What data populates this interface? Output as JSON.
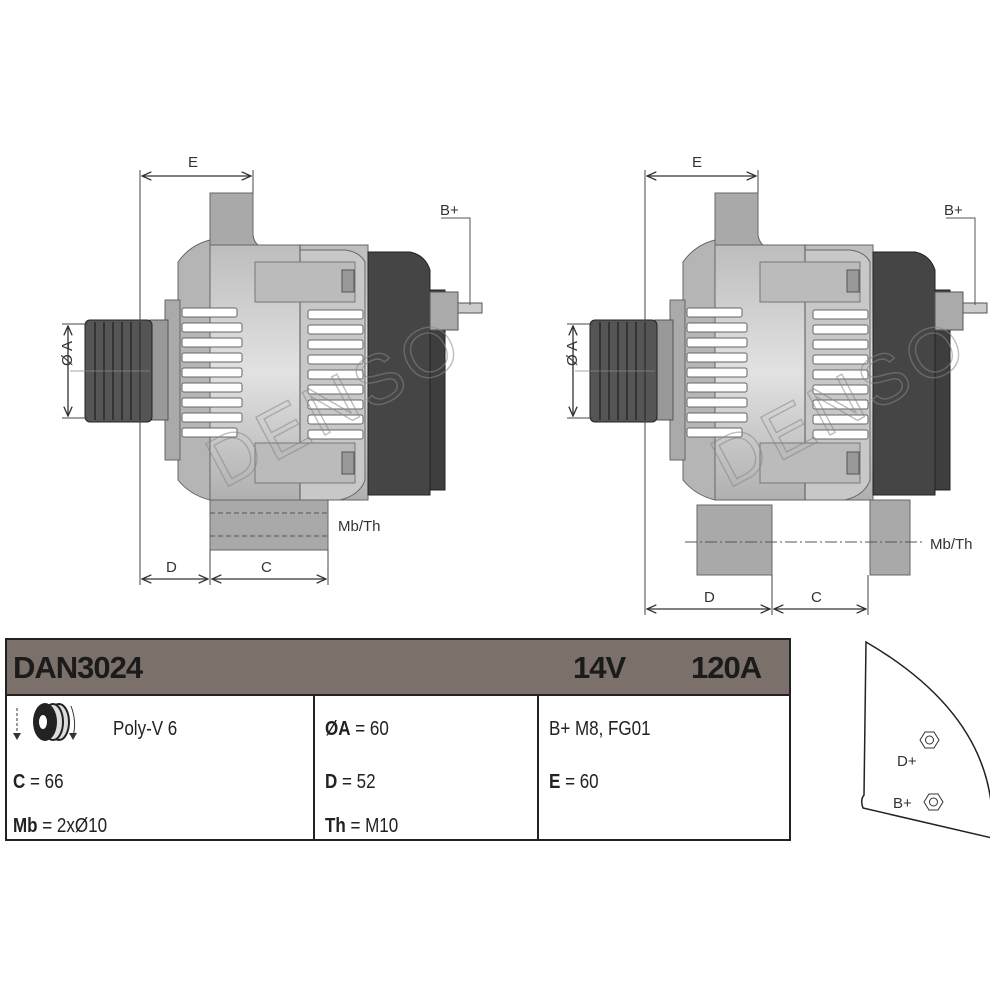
{
  "drawing": {
    "brand_watermark": "DENSO",
    "left_view": {
      "dim_e": "E",
      "dim_a": "Ø A",
      "dim_d": "D",
      "dim_c": "C",
      "terminal": "B+",
      "mount": "Mb/Th"
    },
    "right_view": {
      "dim_e": "E",
      "dim_a": "Ø A",
      "dim_d": "D",
      "dim_c": "C",
      "terminal": "B+",
      "mount": "Mb/Th"
    },
    "connector_view": {
      "d_plus": "D+",
      "b_plus": "B+"
    }
  },
  "spec_table": {
    "part_number": "DAN3024",
    "voltage": "14V",
    "current": "120A",
    "col1": {
      "pulley": "Poly-V 6",
      "c_label": "C",
      "c_value": "= 66",
      "mb_label": "Mb",
      "mb_value": "= 2xØ10"
    },
    "col2": {
      "a_label": "ØA",
      "a_value": "= 60",
      "d_label": "D",
      "d_value": "= 52",
      "th_label": "Th",
      "th_value": "= M10"
    },
    "col3": {
      "terminal": "B+ M8, FG01",
      "e_label": "E",
      "e_value": "= 60"
    }
  },
  "colors": {
    "header": "#7b706a",
    "body": "#c9c9c9",
    "cover": "#4a4a4a"
  }
}
